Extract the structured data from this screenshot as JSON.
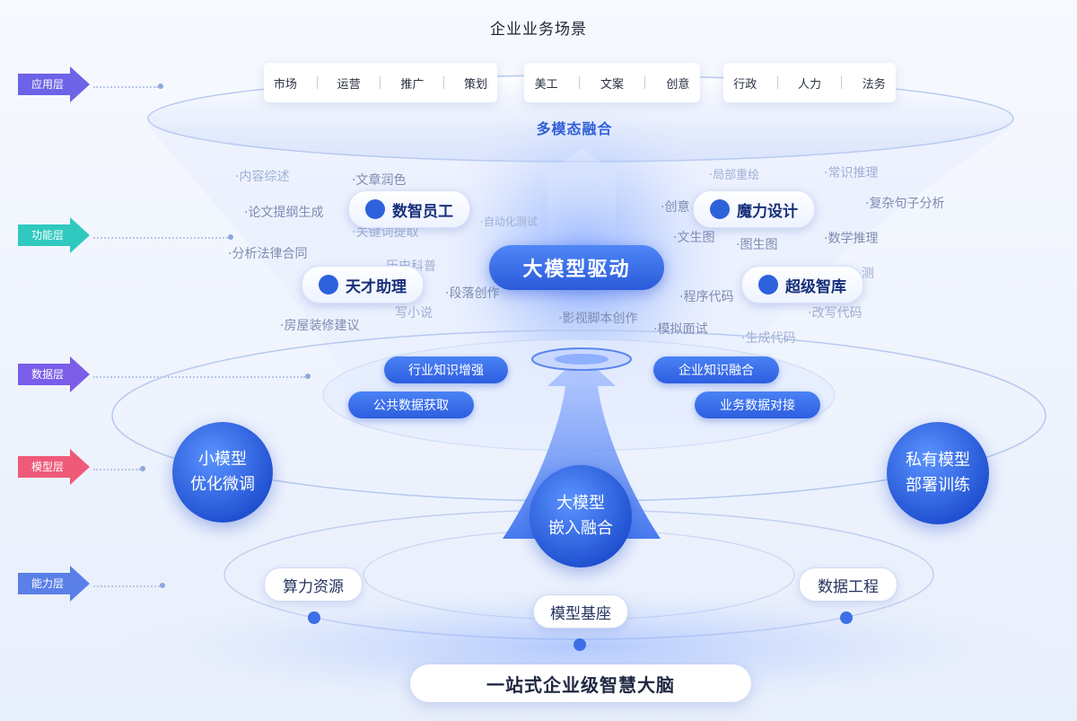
{
  "title": "企业业务场景",
  "layers": [
    {
      "label": "应用层",
      "color": "#6d63e8"
    },
    {
      "label": "功能层",
      "color": "#30c9c0"
    },
    {
      "label": "数据层",
      "color": "#7a5de8"
    },
    {
      "label": "模型层",
      "color": "#ee5a78"
    },
    {
      "label": "能力层",
      "color": "#5a7fe8"
    }
  ],
  "scenario_groups": [
    {
      "items": [
        "市场",
        "运营",
        "推广",
        "策划"
      ]
    },
    {
      "items": [
        "美工",
        "文案",
        "创意"
      ]
    },
    {
      "items": [
        "行政",
        "人力",
        "法务"
      ]
    }
  ],
  "multimodal": "多模态融合",
  "faded_tags": [
    "内容综述",
    "文章润色",
    "论文提纲生成",
    "关键词提取",
    "分析法律合同",
    "自动化测试",
    "历史科普",
    "段落创作",
    "写小说",
    "房屋装修建议",
    "局部重绘",
    "常识推理",
    "复杂句子分析",
    "创意",
    "文生图",
    "图生图",
    "数学推理",
    "测",
    "程序代码",
    "影视脚本创作",
    "改写代码",
    "模拟面试",
    "生成代码"
  ],
  "role_pills": [
    "数智员工",
    "魔力设计",
    "天才助理",
    "超级智库"
  ],
  "core": "大模型驱动",
  "data_pills": [
    "行业知识增强",
    "企业知识融合",
    "公共数据获取",
    "业务数据对接"
  ],
  "model_circles": {
    "left": [
      "小模型",
      "优化微调"
    ],
    "center": [
      "大模型",
      "嵌入融合"
    ],
    "right": [
      "私有模型",
      "部署训练"
    ]
  },
  "capability_pills": [
    "算力资源",
    "模型基座",
    "数据工程"
  ],
  "bottom_label": "一站式企业级智慧大脑",
  "colors": {
    "accent": "#2e62dc",
    "text_dark": "#1d2333",
    "faded": "#9fb0d4"
  }
}
